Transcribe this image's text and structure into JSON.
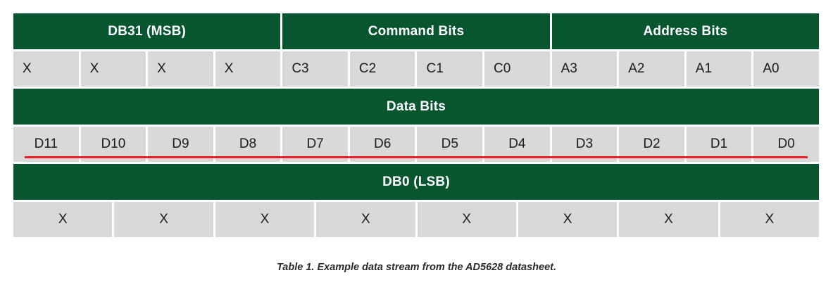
{
  "table": {
    "group_headers": [
      {
        "label": "DB31 (MSB)",
        "span": 4
      },
      {
        "label": "Command Bits",
        "span": 4
      },
      {
        "label": "Address Bits",
        "span": 4
      }
    ],
    "bits_row_1": [
      "X",
      "X",
      "X",
      "X",
      "C3",
      "C2",
      "C1",
      "C0",
      "A3",
      "A2",
      "A1",
      "A0"
    ],
    "data_header": "Data Bits",
    "data_bits_row": [
      "D11",
      "D10",
      "D9",
      "D8",
      "D7",
      "D6",
      "D5",
      "D4",
      "D3",
      "D2",
      "D1",
      "D0"
    ],
    "lsb_header": "DB0 (LSB)",
    "lsb_row": [
      "X",
      "X",
      "X",
      "X",
      "X",
      "X",
      "X",
      "X"
    ]
  },
  "caption": "Table 1. Example data stream from the AD5628 datasheet.",
  "colors": {
    "header_green": "#07562f",
    "cell_gray": "#d9d9d9",
    "underline_red": "#ee1c25",
    "header_text": "#ffffff",
    "cell_text": "#1b1b1b"
  }
}
